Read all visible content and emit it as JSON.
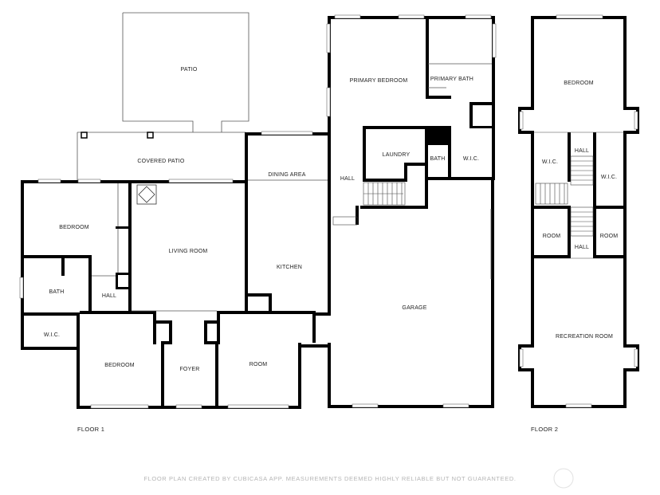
{
  "rooms": {
    "patio": "PATIO",
    "covered_patio": "COVERED PATIO",
    "dining_area": "DINING AREA",
    "primary_bedroom": "PRIMARY BEDROOM",
    "primary_bath": "PRIMARY BATH",
    "laundry": "LAUNDRY",
    "bath_upper": "BATH",
    "wic_primary": "W.I.C.",
    "hall_main": "HALL",
    "bedroom_west": "BEDROOM",
    "living_room": "LIVING ROOM",
    "kitchen": "KITCHEN",
    "bath_west": "BATH",
    "hall_west": "HALL",
    "wic_west": "W.I.C.",
    "bedroom_south": "BEDROOM",
    "foyer": "FOYER",
    "room_south": "ROOM",
    "garage": "GARAGE",
    "f2_bedroom": "BEDROOM",
    "f2_hall_top": "HALL",
    "f2_wic_left": "W.I.C.",
    "f2_wic_right": "W.I.C.",
    "f2_room_left": "ROOM",
    "f2_room_right": "ROOM",
    "f2_hall_bottom": "HALL",
    "f2_recreation": "RECREATION ROOM"
  },
  "floors": {
    "floor1": "FLOOR 1",
    "floor2": "FLOOR 2"
  },
  "footer": "FLOOR PLAN CREATED BY CUBICASA APP. MEASUREMENTS DEEMED HIGHLY RELIABLE BUT NOT GUARANTEED."
}
